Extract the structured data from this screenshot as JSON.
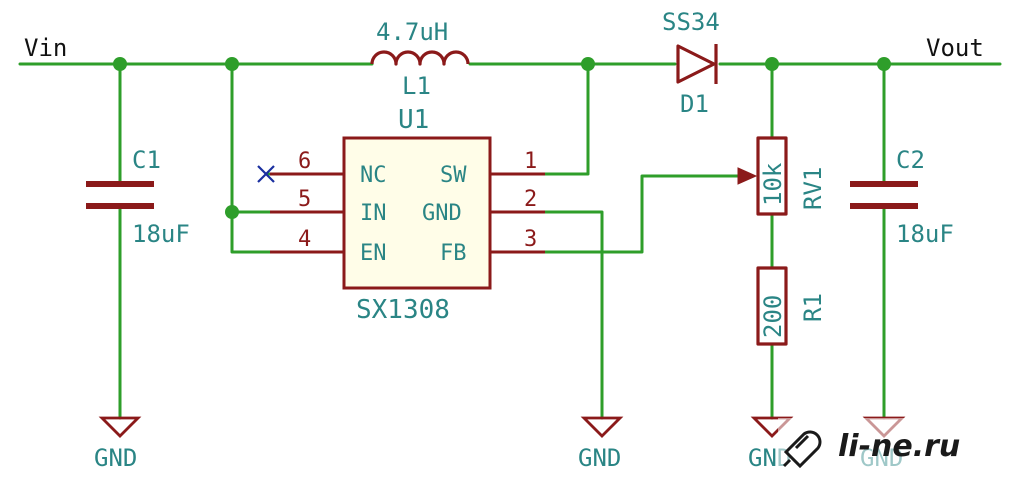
{
  "nets": {
    "input": "Vin",
    "output": "Vout",
    "ground": "GND"
  },
  "inductor": {
    "ref": "L1",
    "value": "4.7uH"
  },
  "diode": {
    "ref": "D1",
    "value": "SS34"
  },
  "capacitor_in": {
    "ref": "C1",
    "value": "18uF"
  },
  "capacitor_out": {
    "ref": "C2",
    "value": "18uF"
  },
  "potentiometer": {
    "ref": "RV1",
    "value": "10k"
  },
  "resistor": {
    "ref": "R1",
    "value": "200"
  },
  "ic": {
    "ref": "U1",
    "value": "SX1308",
    "pins": {
      "nc": {
        "num": "6",
        "name": "NC"
      },
      "in": {
        "num": "5",
        "name": "IN"
      },
      "en": {
        "num": "4",
        "name": "EN"
      },
      "sw": {
        "num": "1",
        "name": "SW"
      },
      "gnd": {
        "num": "2",
        "name": "GND"
      },
      "fb": {
        "num": "3",
        "name": "FB"
      }
    }
  },
  "watermark": {
    "text": "li-ne.ru"
  },
  "colors": {
    "wire": "#2e9e2a",
    "component": "#8b1a1a",
    "label": "#2a8585",
    "ic_fill": "#fffde8",
    "no_connect": "#1a2fa0"
  }
}
